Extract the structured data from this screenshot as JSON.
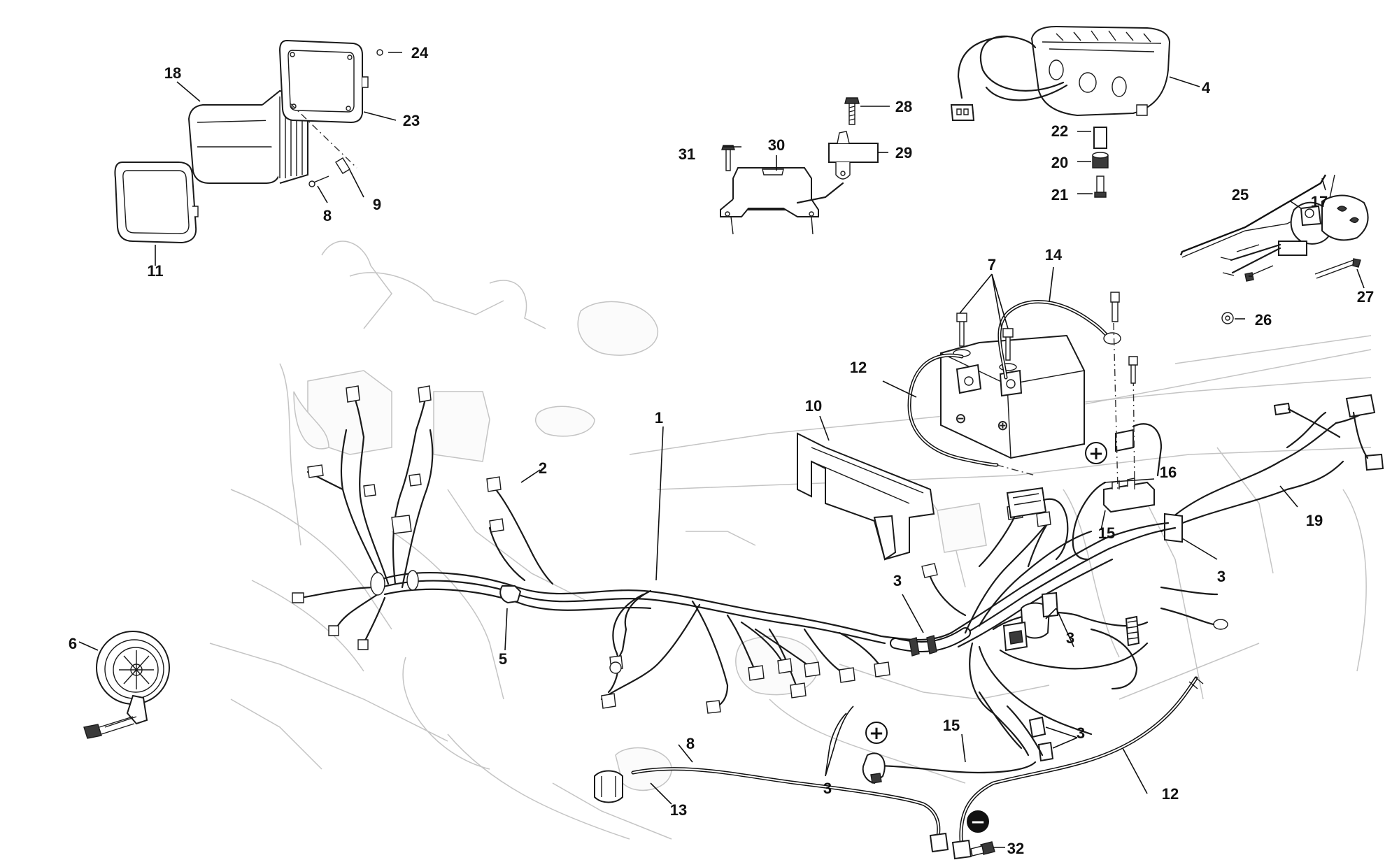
{
  "callouts": {
    "c1": "1",
    "c2": "2",
    "c3a": "3",
    "c3b": "3",
    "c3c": "3",
    "c3d": "3",
    "c3e": "3",
    "c4": "4",
    "c5": "5",
    "c6": "6",
    "c7": "7",
    "c8a": "8",
    "c8b": "8",
    "c9": "9",
    "c10": "10",
    "c11": "11",
    "c12a": "12",
    "c12b": "12",
    "c13": "13",
    "c14": "14",
    "c15a": "15",
    "c15b": "15",
    "c16": "16",
    "c17": "17",
    "c18": "18",
    "c19": "19",
    "c20": "20",
    "c21": "21",
    "c22": "22",
    "c23": "23",
    "c24": "24",
    "c25": "25",
    "c26": "26",
    "c27": "27",
    "c28": "28",
    "c29": "29",
    "c30": "30",
    "c31": "31",
    "c32": "32"
  },
  "symbols": {
    "positive_a": "+",
    "positive_b": "+",
    "negative": "−"
  }
}
